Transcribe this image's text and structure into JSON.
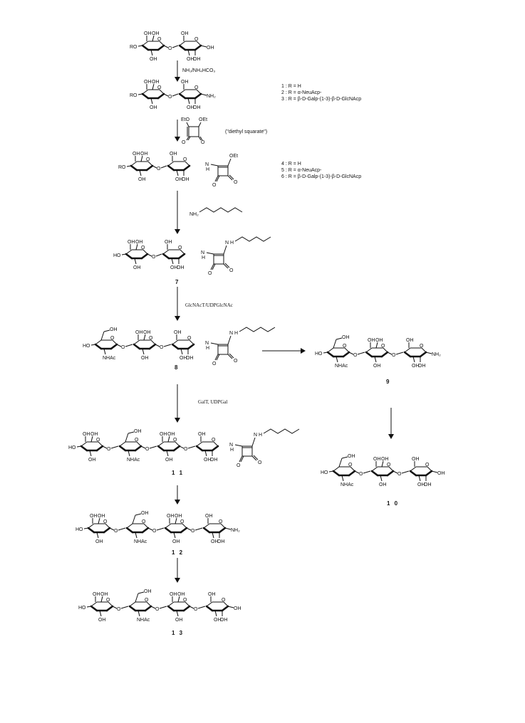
{
  "reagents": {
    "step1": "NH₃/NH₄HCO₃",
    "step2_name": "(\"diethyl squarate\")",
    "step4": "GlcNAcT/UDPGlcNAc",
    "step5": "GalT, UDPGal"
  },
  "legend_a": [
    "1 : R = H",
    "2 : R = α-NeuAcp-",
    "3 : R = β-D-Galp-(1-3)-β-D-GlcNAcp"
  ],
  "legend_b": [
    "4 : R = H",
    "5 : R = α-NeuAcp-",
    "6 : R = β-D-Galp-(1-3)-β-D-GlcNAcp"
  ],
  "labels": {
    "c7": "7",
    "c8": "8",
    "c9": "9",
    "c10": "1 0",
    "c11": "1 1",
    "c12": "1 2",
    "c13": "1 3",
    "oh": "OH",
    "ro": "RO",
    "ho": "HO",
    "o": "O",
    "nh2": "NH₂",
    "nh": "N",
    "h": "H",
    "nhac": "NHAc",
    "oet": "OEt",
    "eto": "EtO",
    "et": "Et"
  }
}
